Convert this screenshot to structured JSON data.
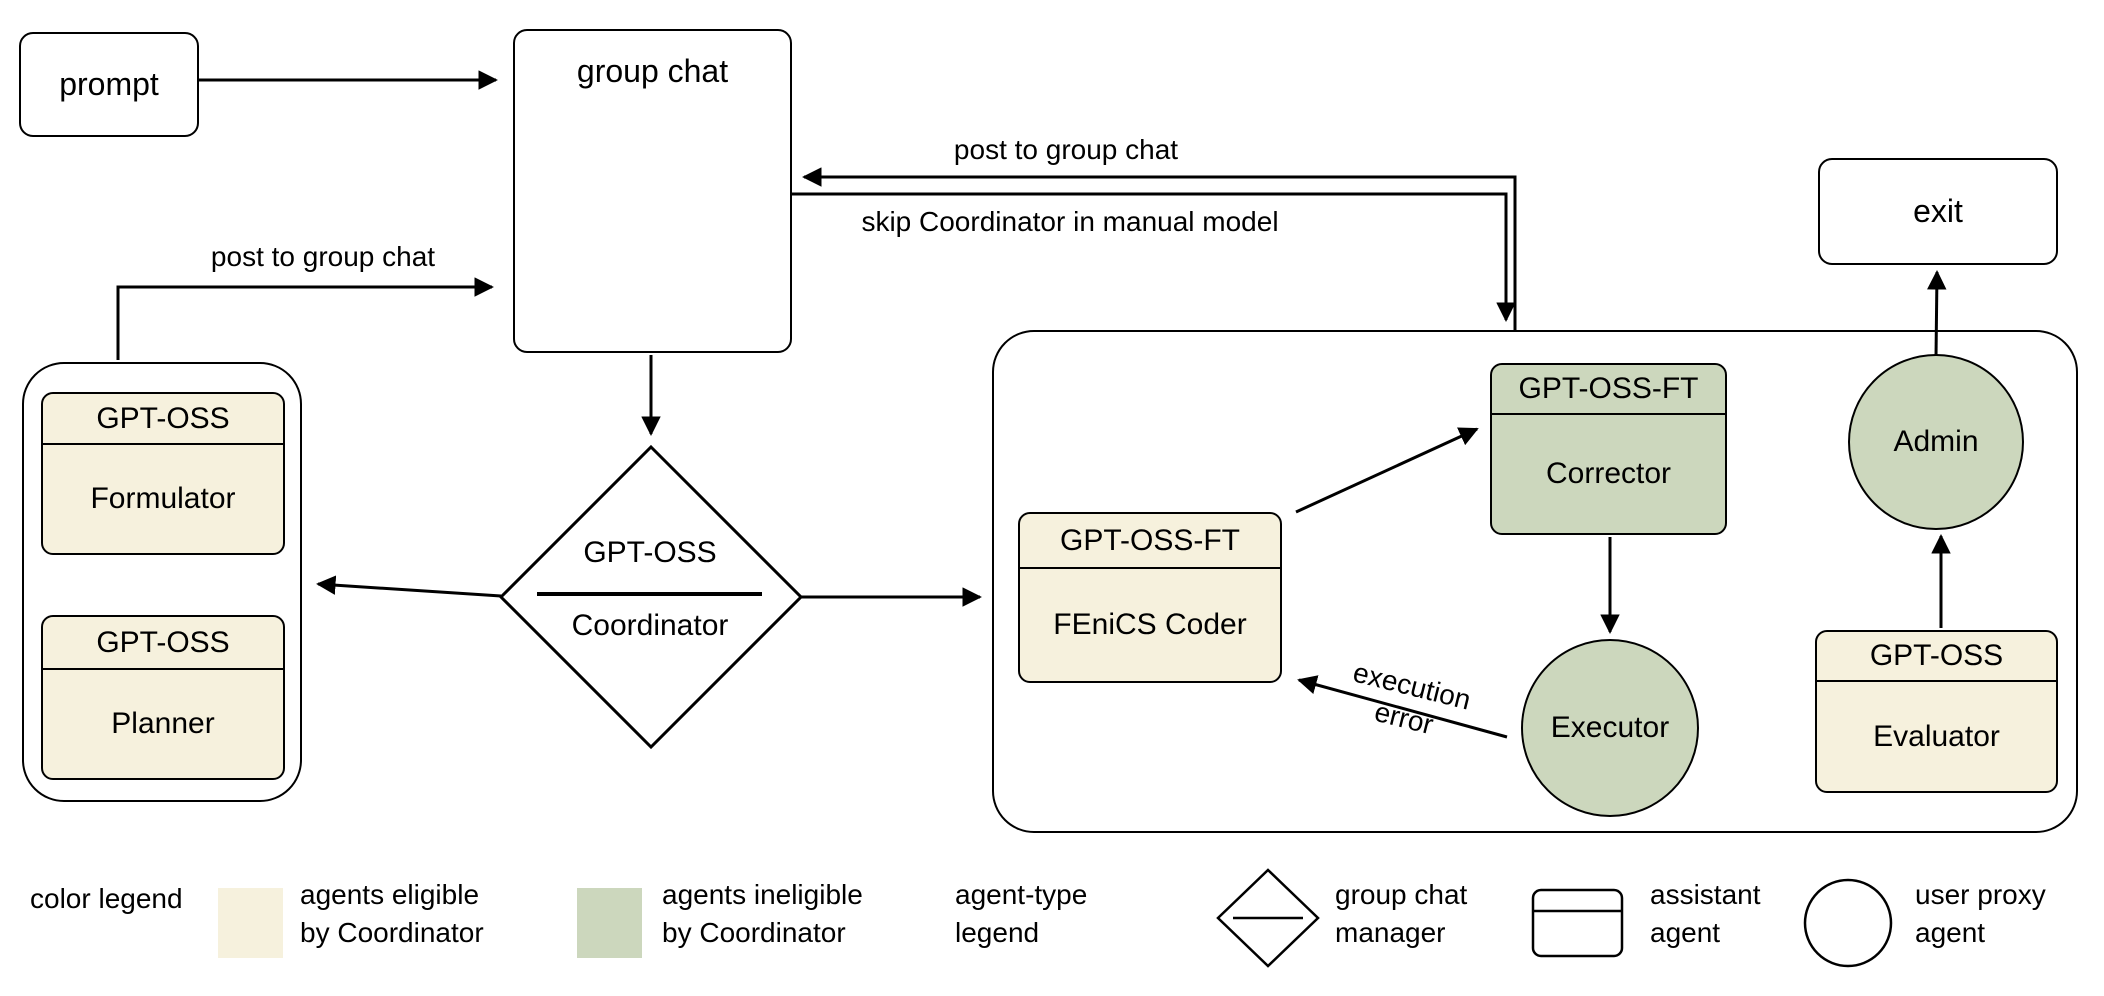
{
  "diagram": {
    "prompt_label": "prompt",
    "group_chat_label": "group chat",
    "exit_label": "exit",
    "coordinator": {
      "model": "GPT-OSS",
      "role": "Coordinator"
    },
    "left_cluster": [
      {
        "model": "GPT-OSS",
        "role": "Formulator"
      },
      {
        "model": "GPT-OSS",
        "role": "Planner"
      }
    ],
    "right_cluster": {
      "fenics_coder": {
        "model": "GPT-OSS-FT",
        "role": "FEniCS Coder"
      },
      "corrector": {
        "model": "GPT-OSS-FT",
        "role": "Corrector"
      },
      "evaluator": {
        "model": "GPT-OSS",
        "role": "Evaluator"
      },
      "executor_label": "Executor",
      "admin_label": "Admin"
    },
    "edge_labels": {
      "post_to_group_chat_left": "post to group chat",
      "post_to_group_chat_right": "post to group chat",
      "skip_coordinator": "skip Coordinator in manual model",
      "execution_error_line1": "execution",
      "execution_error_line2": "error"
    }
  },
  "legend": {
    "color": {
      "title": "color legend",
      "items": [
        {
          "swatch_color": "#F6F1DD",
          "line1": "agents eligible",
          "line2": "by Coordinator"
        },
        {
          "swatch_color": "#CCD7BD",
          "line1": "agents ineligible",
          "line2": "by Coordinator"
        }
      ]
    },
    "agent_type": {
      "title_line1": "agent-type",
      "title_line2": "legend",
      "items": [
        {
          "icon": "diamond-icon",
          "line1": "group chat",
          "line2": "manager"
        },
        {
          "icon": "split-rect-icon",
          "line1": "assistant",
          "line2": "agent"
        },
        {
          "icon": "circle-icon",
          "line1": "user proxy",
          "line2": "agent"
        }
      ]
    }
  },
  "colors": {
    "eligible_fill": "#F6F1DD",
    "ineligible_fill": "#CCD7BD",
    "stroke": "#000000",
    "background": "#FFFFFF"
  }
}
